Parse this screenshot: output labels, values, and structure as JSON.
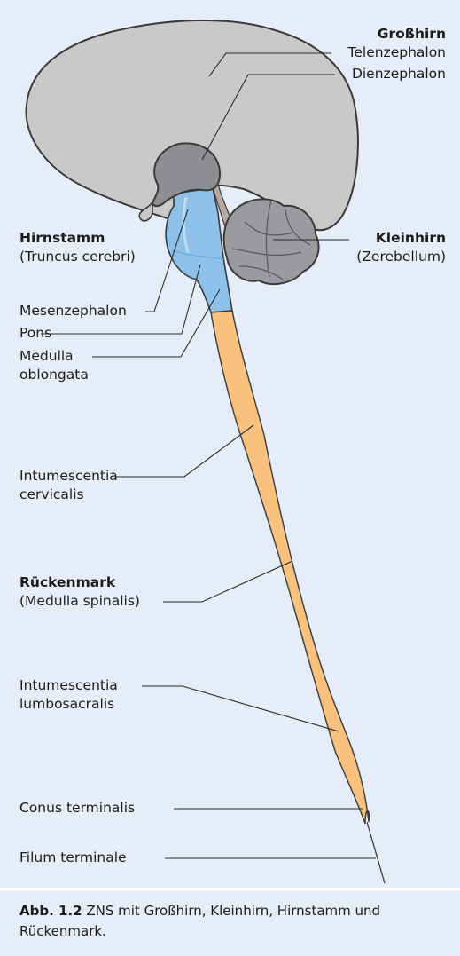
{
  "figure": {
    "labels": {
      "grosshirn": "Großhirn",
      "telenzephalon": "Telenzephalon",
      "dienzephalon": "Dienzephalon",
      "hirnstamm": "Hirnstamm",
      "truncus": "(Truncus cerebri)",
      "kleinhirn": "Kleinhirn",
      "zerebellum": "(Zerebellum)",
      "mesenzephalon": "Mesenzephalon",
      "pons": "Pons",
      "medulla_1": "Medulla",
      "medulla_2": "oblongata",
      "intumescentia_cerv_1": "Intumescentia",
      "intumescentia_cerv_2": "cervicalis",
      "rueckenmark": "Rückenmark",
      "medulla_spinalis": "(Medulla spinalis)",
      "intumescentia_lumb_1": "Intumescentia",
      "intumescentia_lumb_2": "lumbosacralis",
      "conus": "Conus terminalis",
      "filum": "Filum terminale"
    },
    "colors": {
      "background": "#e4edf8",
      "cerebrum": "#c9c9ca",
      "diencephalon": "#8e8f92",
      "cerebellum": "#9a9b9e",
      "brainstem": "#8dc1ea",
      "spinal_cord": "#f8c27e"
    }
  },
  "caption": {
    "number": "Abb. 1.2",
    "text": "ZNS mit Großhirn, Kleinhirn, Hirnstamm und Rückenmark."
  }
}
